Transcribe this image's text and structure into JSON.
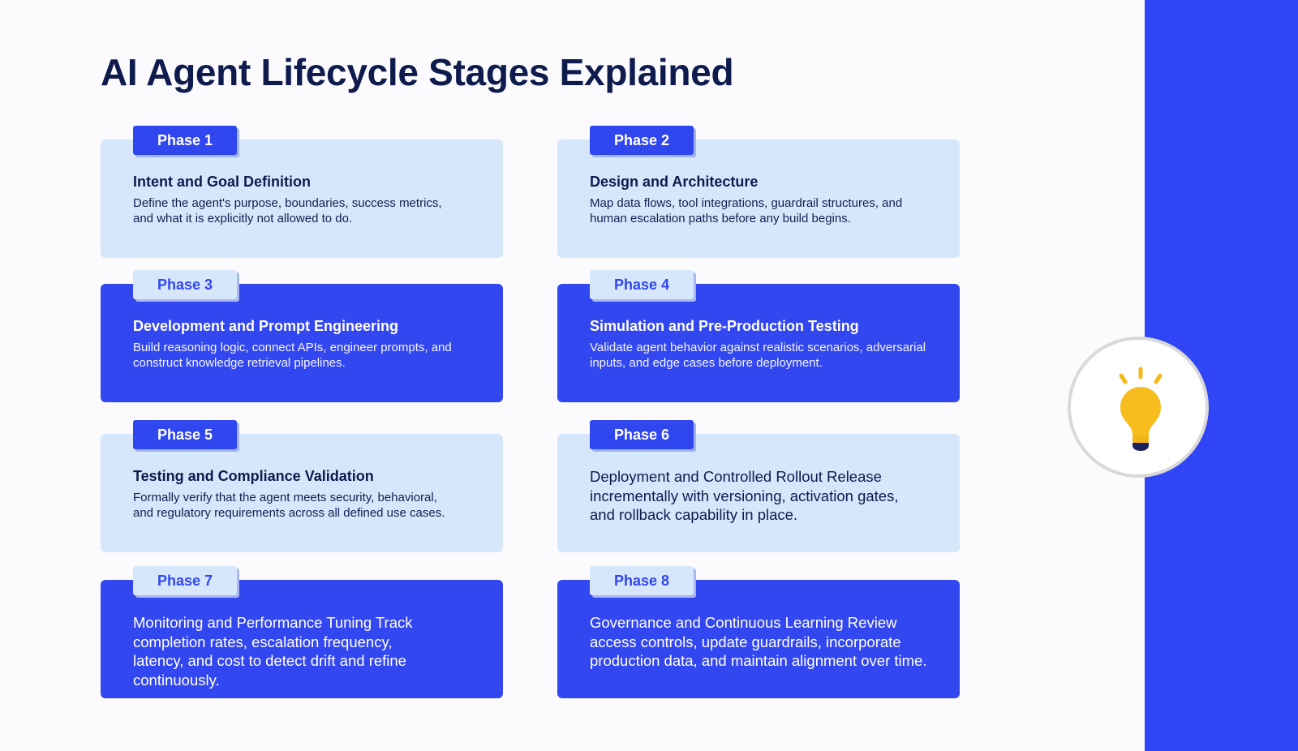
{
  "title": "AI Agent Lifecycle Stages Explained",
  "accent_color": "#3045f5",
  "light_card_color": "#d6e6fb",
  "bulb_icon": "lightbulb-icon",
  "phases": [
    {
      "label": "Phase 1",
      "title": "Intent and Goal Definition",
      "description": "Define the agent's purpose, boundaries, success metrics, and what it is explicitly not allowed to do."
    },
    {
      "label": "Phase 2",
      "title": "Design and Architecture",
      "description": "Map data flows, tool integrations, guardrail structures, and human escalation paths before any build begins."
    },
    {
      "label": "Phase 3",
      "title": "Development and Prompt Engineering",
      "description": "Build reasoning logic, connect APIs, engineer prompts, and construct knowledge retrieval pipelines."
    },
    {
      "label": "Phase 4",
      "title": "Simulation and Pre-Production Testing",
      "description": "Validate agent behavior against realistic scenarios, adversarial inputs, and edge cases before deployment."
    },
    {
      "label": "Phase 5",
      "title": "Testing and Compliance Validation",
      "description": "Formally verify that the agent meets security, behavioral, and regulatory requirements across all defined use cases."
    },
    {
      "label": "Phase 6",
      "text": "Deployment and Controlled Rollout Release incrementally with versioning, activation gates, and rollback capability in place."
    },
    {
      "label": "Phase 7",
      "text": "Monitoring and Performance Tuning Track completion rates, escalation frequency, latency, and cost to detect drift and refine continuously."
    },
    {
      "label": "Phase 8",
      "text": "Governance and Continuous Learning Review access controls, update guardrails, incorporate production data, and maintain alignment over time."
    }
  ]
}
